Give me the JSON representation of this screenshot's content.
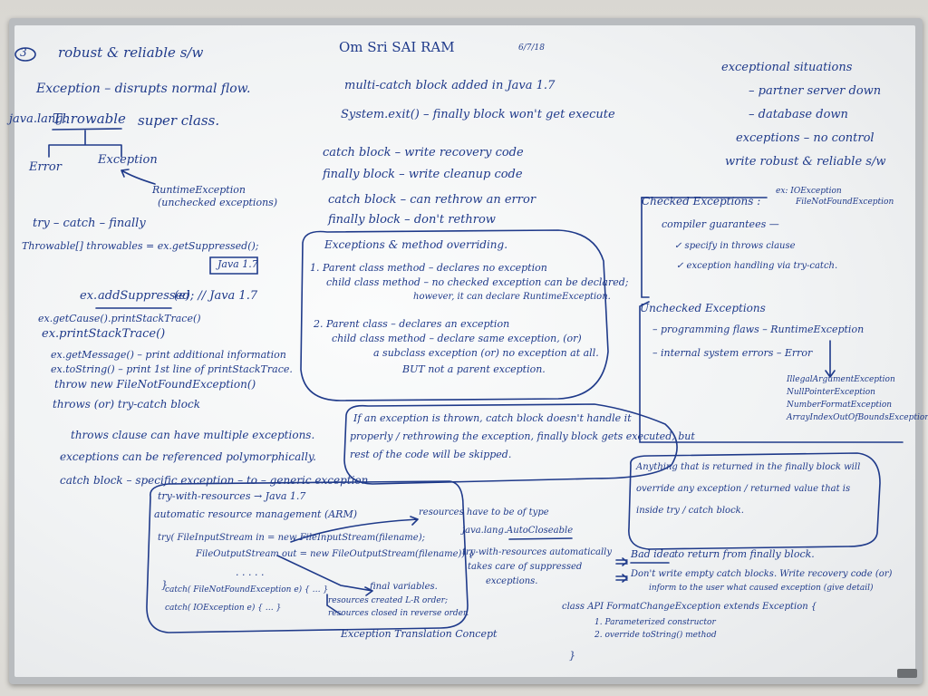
{
  "left": {
    "num": "3",
    "robust": "robust & reliable s/w",
    "exception_def": "Exception – disrupts normal flow.",
    "throwable_prefix": "java.lang.",
    "throwable_word": "Throwable",
    "super_class": "super class.",
    "error": "Error",
    "exception": "Exception",
    "runtime": "RuntimeException",
    "unchecked": "(unchecked exceptions)",
    "try_catch_finally": "try – catch – finally",
    "throwables": "Throwable[] throwables = ex.getSuppressed();",
    "java17a": "Java 1.7",
    "add_suppressed_prefix": "ex.",
    "add_suppressed": "addSuppressed",
    "add_suppressed_rest": "(e); // Java 1.7",
    "getcause": "ex.getCause().printStackTrace()",
    "printstack": "ex.printStackTrace()",
    "getmessage": "ex.getMessage() – print additional information",
    "tostring": "ex.toString() – print 1st line of printStackTrace.",
    "thrownew": "throw new FileNotFoundException()",
    "throws_or": "throws (or) try-catch block",
    "throws_clause": "throws clause can have multiple exceptions.",
    "polymorph": "exceptions can be referenced polymorphically.",
    "specific": "catch block – specific exception – to – generic exception"
  },
  "center": {
    "header": "Om Sri SAI RAM",
    "date": "6/7/18",
    "multicatch": "multi-catch block added in Java 1.7",
    "sysexit": "System.exit() – finally block won't get execute",
    "catch_recovery": "catch block – write recovery code",
    "finally_cleanup": "finally block – write cleanup code",
    "catch_rethrow": "catch block – can rethrow an error",
    "finally_norethrow": "finally block – don't rethrow",
    "override_title": "Exceptions & method overriding.",
    "o1a": "1. Parent class method – declares no exception",
    "o1b": "child class method – no checked exception can be declared;",
    "o1c": "however, it can declare RuntimeException.",
    "o2a": "2. Parent class – declares an exception",
    "o2b": "child class method – declare same exception, (or)",
    "o2c": "a subclass exception (or) no exception at all.",
    "o2d": "BUT not a parent exception.",
    "thrown1": "If an exception is thrown, catch block doesn't handle it",
    "thrown2": "properly / rethrowing the exception, finally block gets executed, but",
    "thrown3": "rest of the code will be skipped."
  },
  "right": {
    "situations": "exceptional situations",
    "partner": "– partner server down",
    "database": "– database down",
    "no_control": "exceptions – no control",
    "write_robust": "write robust & reliable s/w",
    "checked": "Checked Exceptions :",
    "checked_ex1": "ex: IOException",
    "checked_ex2": "FileNotFoundException",
    "compiler": "compiler guarantees —",
    "specify": "✓ specify in throws clause",
    "handling": "✓ exception handling via try-catch.",
    "unchecked_title": "Unchecked Exceptions",
    "prog_flaws": "– programming flaws – RuntimeException",
    "internal": "– internal system errors – Error",
    "iae": "IllegalArgumentException",
    "npe": "NullPointerException",
    "nfe": "NumberFormatException",
    "aioobe": "ArrayIndexOutOfBoundsException",
    "anything1": "Anything that is returned in the finally block will",
    "anything2": "override any exception / returned value that is",
    "anything3": "inside try / catch block.",
    "bad_idea_word": "Bad idea",
    "bad_idea_rest": "to return from finally block.",
    "dont_write": "Don't write empty catch blocks. Write recovery code (or)",
    "inform": "inform to the user what caused exception (give detail)",
    "class_line": "class API FormatChangeException extends Exception {",
    "param": "1. Parameterized constructor",
    "override_tostring": "2. override toString() method"
  },
  "bottom": {
    "twr": "try-with-resources → Java 1.7",
    "arm": "automatic resource management (ARM)",
    "try_fis": "try( FileInputStream in = new FileInputStream(filename);",
    "fos": "FileOutputStream out = new FileOutputStream(filename)) {",
    "dots": ". . . . .",
    "close_brace": "}",
    "catch_fnf": "catch( FileNotFoundException e) { … }",
    "catch_io": "catch( IOException e) { … }",
    "final_vars": "final variables.",
    "res_created": "resources created L-R order;",
    "res_closed": "resources closed in reverse order.",
    "res_type": "resources have to be of type",
    "autocloseable": "java.lang.AutoCloseable",
    "twr_auto": "try-with-resources automatically",
    "takes_care": "takes care of suppressed",
    "exceptions": "exceptions.",
    "translation": "Exception Translation Concept",
    "brace_mark": "}"
  }
}
